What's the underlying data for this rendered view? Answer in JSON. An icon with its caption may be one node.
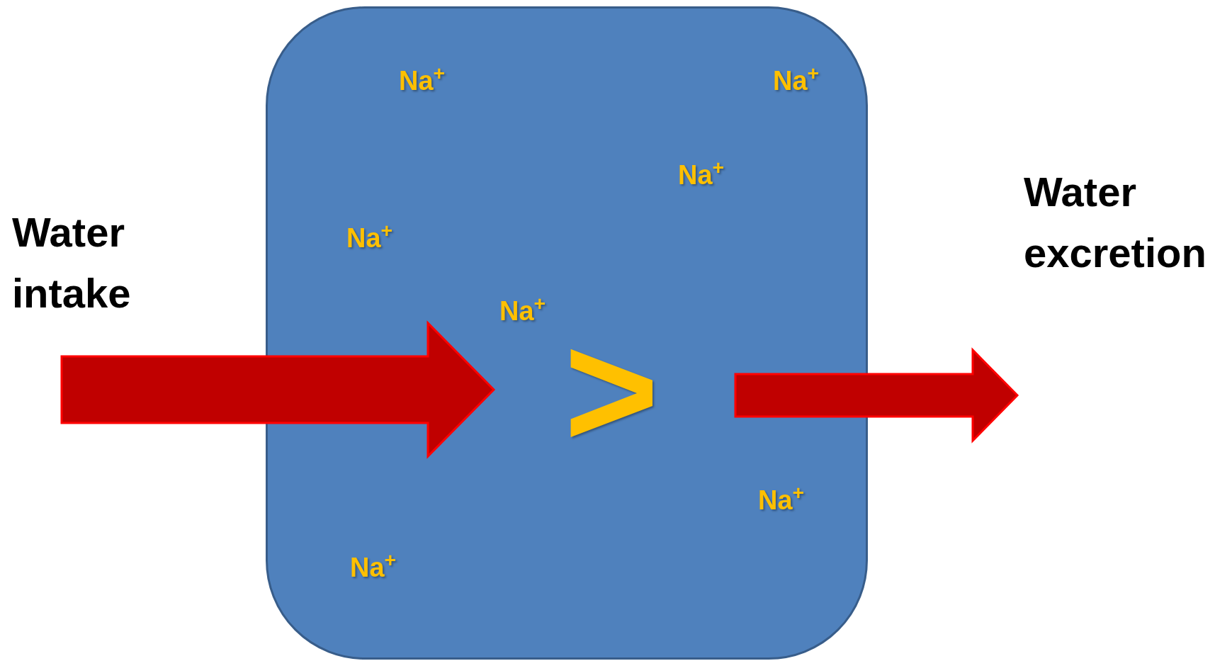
{
  "diagram": {
    "nodes": [
      {
        "text": [
          "Water intake"
        ]
      },
      {
        "text": [
          "Na$^{+}$",
          "Na$^{+}$",
          "Na$^{+}$",
          "Na$^{+}$",
          "Na$^{+}$",
          "Na$^{+}$",
          "Na$^{+}$",
          ">"
        ]
      },
      {
        "text": [
          "Water excretion"
        ]
      }
    ],
    "edges": [
      {
        "from": 0,
        "to": 1,
        "arrow": "to"
      },
      {
        "from": 1,
        "to": 2,
        "arrow": "to"
      }
    ]
  }
}
